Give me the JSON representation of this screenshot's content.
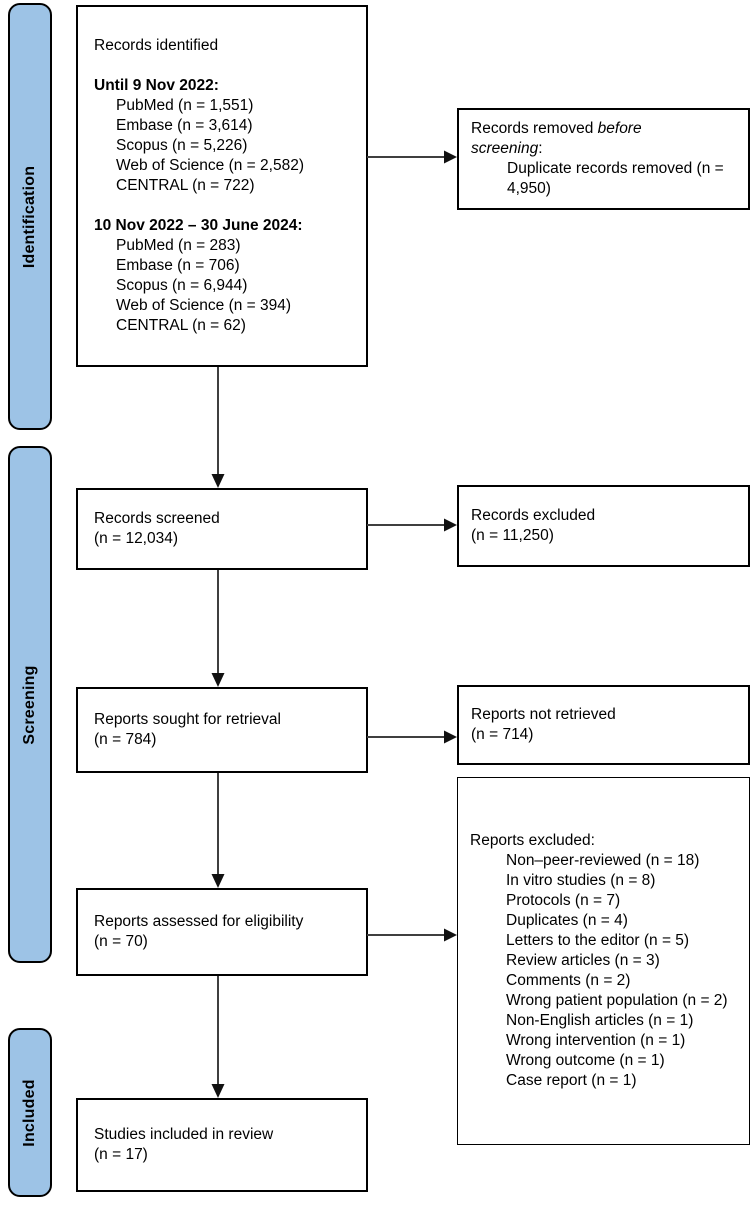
{
  "diagram_type": "PRISMA flow diagram",
  "colors": {
    "stage_fill": "#9DC3E6",
    "box_border": "#000000",
    "arrow_line": "#3f3f3f",
    "arrow_head": "#111111"
  },
  "stages": [
    {
      "label": "Identification"
    },
    {
      "label": "Screening"
    },
    {
      "label": "Included"
    }
  ],
  "flow": {
    "records_identified": {
      "title": "Records identified",
      "period1_header": "Until 9 Nov 2022:",
      "period1_items": [
        "PubMed (n = 1,551)",
        "Embase (n = 3,614)",
        "Scopus (n = 5,226)",
        "Web of Science (n = 2,582)",
        "CENTRAL (n = 722)"
      ],
      "period2_header": "10 Nov 2022 – 30 June 2024:",
      "period2_items": [
        "PubMed (n = 283)",
        "Embase (n = 706)",
        "Scopus (n = 6,944)",
        "Web of Science (n = 394)",
        "CENTRAL (n = 62)"
      ]
    },
    "records_removed": {
      "line1_text": "Records removed ",
      "line1_italic": "before",
      "line2_italic": "screening",
      "line2_text": ":",
      "detail": "Duplicate records removed (n = 4,950)"
    },
    "records_screened": {
      "line1": "Records screened",
      "line2": "(n = 12,034)"
    },
    "records_excluded": {
      "line1": "Records excluded",
      "line2": "(n = 11,250)"
    },
    "reports_sought": {
      "line1": "Reports sought for retrieval",
      "line2": "(n = 784)"
    },
    "reports_not_retrieved": {
      "line1": "Reports not retrieved",
      "line2": "(n = 714)"
    },
    "reports_assessed": {
      "line1": "Reports assessed for eligibility",
      "line2": "(n = 70)"
    },
    "reports_excluded": {
      "header": "Reports excluded:",
      "items": [
        "Non–peer-reviewed (n = 18)",
        "In vitro studies (n = 8)",
        "Protocols (n = 7)",
        "Duplicates (n = 4)",
        "Letters to the editor (n = 5)",
        "Review articles (n = 3)",
        "Comments (n = 2)",
        "Wrong patient population (n = 2)",
        "Non-English articles (n = 1)",
        "Wrong intervention (n = 1)",
        "Wrong outcome (n = 1)",
        "Case report (n = 1)"
      ]
    },
    "studies_included": {
      "line1": "Studies included in review",
      "line2": "(n = 17)"
    }
  }
}
